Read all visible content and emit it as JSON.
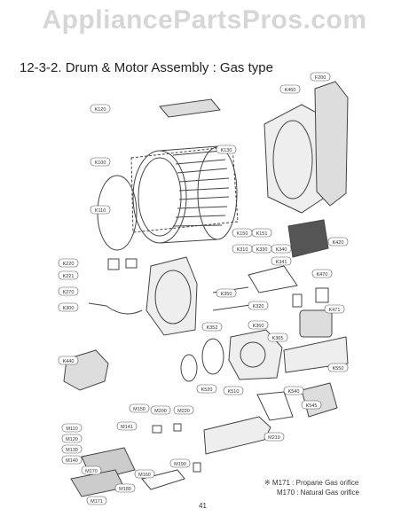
{
  "watermark": "AppliancePartsPros.com",
  "title": "12-3-2. Drum & Motor Assembly : Gas type",
  "notes": [
    "※ M171 : Propane Gas orifice",
    "M170 : Natural Gas orifice"
  ],
  "page_number": "41",
  "callouts": [
    "K120",
    "K460",
    "F200",
    "K100",
    "K110",
    "K130",
    "K150",
    "K151",
    "K220",
    "K221",
    "K270",
    "K300",
    "K310",
    "K320",
    "K330",
    "K340",
    "K341",
    "K350",
    "K352",
    "K360",
    "K365",
    "K420",
    "K440",
    "K470",
    "K471",
    "K510",
    "K520",
    "K540",
    "K545",
    "K550",
    "M110",
    "M120",
    "M130",
    "M140",
    "M141",
    "M150",
    "M160",
    "M170",
    "M171",
    "M180",
    "M190",
    "M200",
    "M210",
    "M220"
  ]
}
